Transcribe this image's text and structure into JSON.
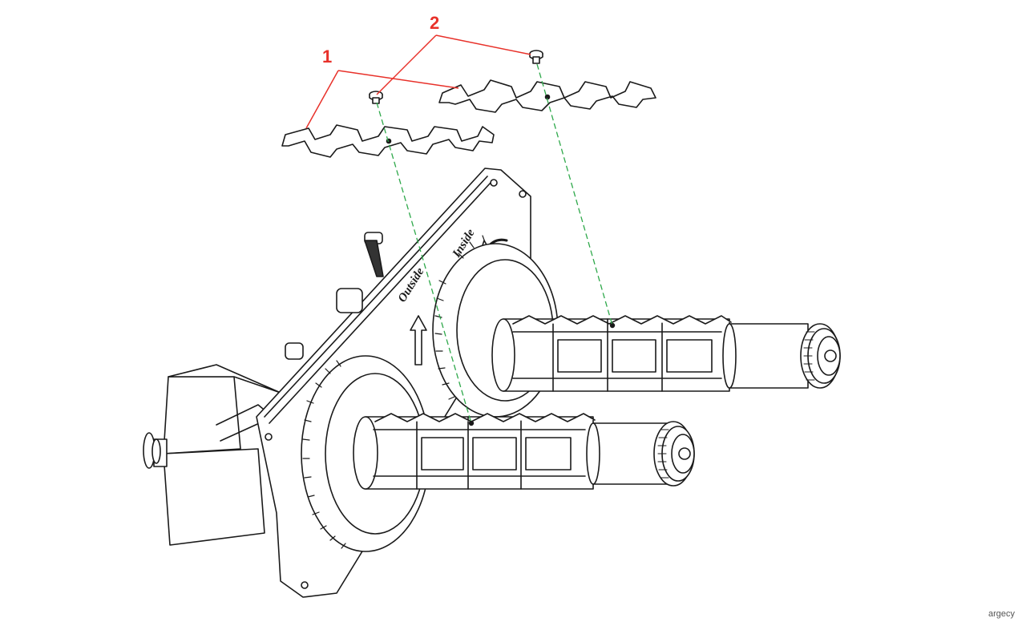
{
  "diagram": {
    "callouts": [
      {
        "id": "1",
        "label": "1"
      },
      {
        "id": "2",
        "label": "2"
      }
    ],
    "plate_text": {
      "outside": "Outside",
      "inside": "Inside"
    },
    "watermark": "argecy"
  },
  "colors": {
    "line": "#1a1a1a",
    "callout": "#e8312a",
    "guide": "#2ea84a",
    "fill": "#ffffff",
    "shade": "#d9d9d9"
  }
}
